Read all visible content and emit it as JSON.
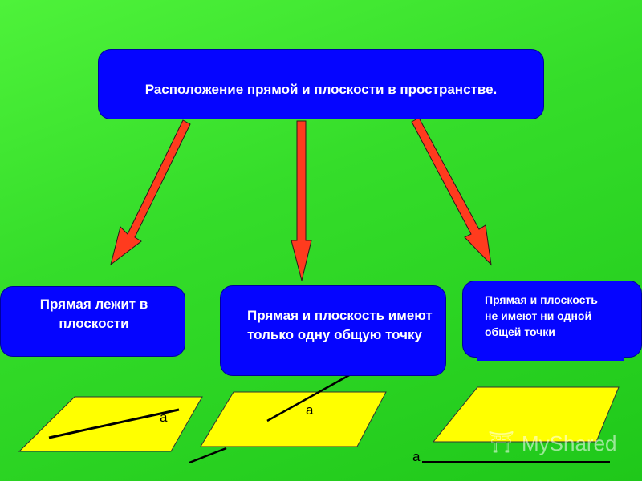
{
  "title": "Расположение прямой и плоскости в пространстве.",
  "cases": {
    "left": "Прямая лежит в плоскости",
    "middle": "Прямая и плоскость имеют только одну общую точку",
    "right": "Прямая и плоскость не имеют ни одной общей точки"
  },
  "labels": {
    "line_left": "а",
    "line_middle": "а",
    "line_right": "а"
  },
  "watermark": "MyShared",
  "colors": {
    "box": "#0505ff",
    "arrow": "#ff3b1e",
    "plane": "#ffff00",
    "background": "#3ee030"
  }
}
